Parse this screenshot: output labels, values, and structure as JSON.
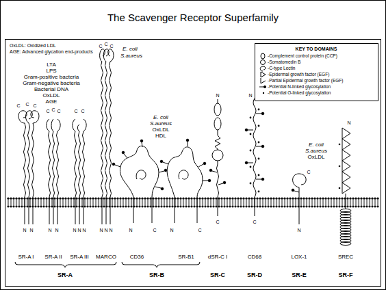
{
  "diagram": {
    "title": "The Scavenger Receptor Superfamily",
    "labels": [
      "OxLDL: Oxidized LDL",
      "AGE: Advanced glycation end-products",
      "KEY TO DOMAINS",
      "LTA",
      "LPS",
      "Gram-positive bacteria",
      "Gram-negative bacteria",
      "Bacterial DNA",
      "OxLDL",
      "AGE",
      "E. coli",
      "S.aureus",
      "E. coli",
      "S.aureus",
      "OxLDL",
      "HDL",
      "E. coli",
      "S.aureus",
      "OxLDL",
      "C",
      "C",
      "C",
      "C",
      "C",
      "C",
      "C",
      "C",
      "C",
      "C",
      "C",
      "N",
      "N",
      "N",
      "C",
      "N",
      "N",
      "N",
      "N",
      "N",
      "N",
      "N",
      "N",
      "N",
      "N",
      "N",
      "C",
      "N",
      "C",
      "C",
      "C",
      "N",
      "SR-A I",
      "SR-A II",
      "SR-A III",
      "MARCO",
      "CD36",
      "SR-B1",
      "dSR-C I",
      "CD68",
      "LOX-1",
      "SREC",
      "SR-A",
      "SR-B",
      "SR-C",
      "SR-D",
      "SR-E",
      "SR-F"
    ],
    "legend": [
      {
        "text": "-Complement control protein (CCP)"
      },
      {
        "text": "-Somatomedin B"
      },
      {
        "text": "-C-type Lectin"
      },
      {
        "text": "-Epidermal growth factor (EGF)"
      },
      {
        "text": "-Partial Epidermal growth factor (EGF)"
      },
      {
        "text": "-Potential N-linked glycosylation"
      },
      {
        "text": "-Potential O-linked glycosylation"
      }
    ]
  }
}
